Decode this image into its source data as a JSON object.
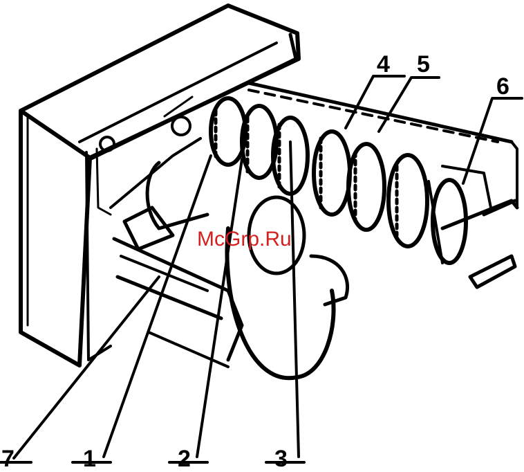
{
  "watermark": "McGrp.Ru",
  "callouts": [
    "1",
    "2",
    "3",
    "4",
    "5",
    "6",
    "7"
  ],
  "colors": {
    "ink": "#000000",
    "watermark": "#d42020",
    "background": "#ffffff"
  }
}
